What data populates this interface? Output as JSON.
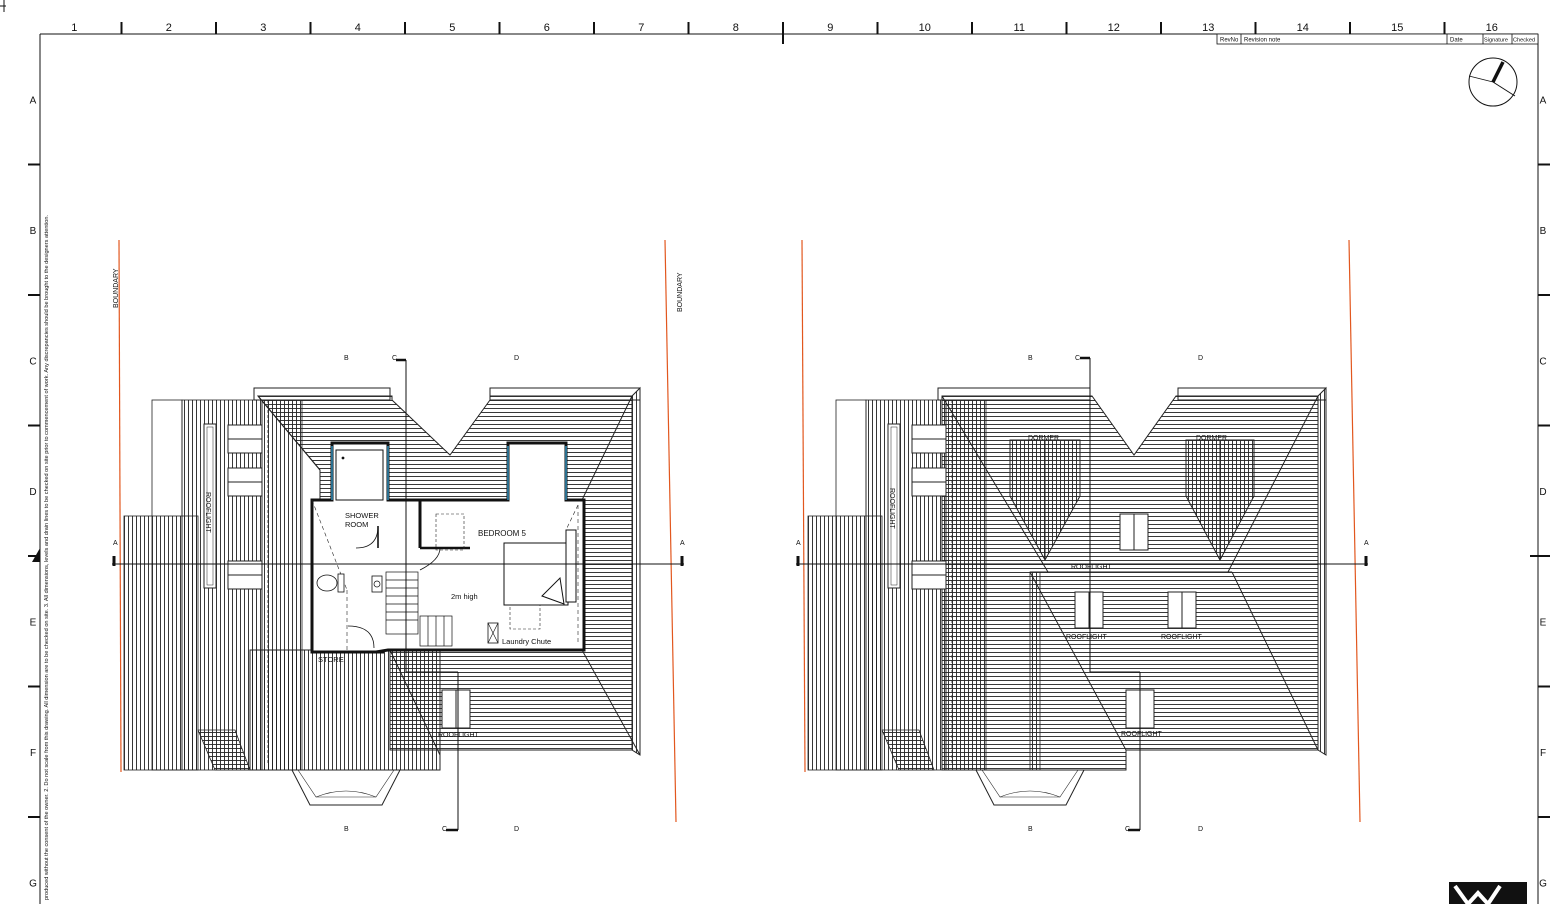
{
  "column_numbers": [
    "1",
    "2",
    "3",
    "4",
    "5",
    "6",
    "7",
    "8",
    "9",
    "10",
    "11",
    "12",
    "13",
    "14",
    "15",
    "16"
  ],
  "row_letters": [
    "A",
    "B",
    "C",
    "D",
    "E",
    "F",
    "G"
  ],
  "revision_table": {
    "headers": [
      "RevNo",
      "Revision note",
      "Date",
      "Signature",
      "Checked"
    ]
  },
  "side_note": "produced without the consent of the owner. 2. Do not scale from this drawing. All dimension are to be checked on site. 3. All dimensions, levels and drain lines to be checked on site prior to commencement of work. Any discrepancies should be brought to the designers attention.",
  "left_plan": {
    "boundary_left": "BOUNDARY",
    "boundary_right": "BOUNDARY",
    "rooms": {
      "shower_line1": "SHOWER",
      "shower_line2": "ROOM",
      "bedroom": "BEDROOM 5",
      "height_note": "2m high",
      "laundry": "Laundry Chute",
      "store": "STORE"
    },
    "rooflight_vertical": "ROOFLIGHT",
    "rooflight_bottom": "ROOFLIGHT",
    "section_top": [
      "B",
      "C",
      "D"
    ],
    "section_bottom": [
      "B",
      "C",
      "D"
    ],
    "section_a": [
      "A",
      "A"
    ]
  },
  "right_plan": {
    "dormer_left": "DORMER",
    "dormer_right": "DORMER",
    "rooflight_vertical": "ROOFLIGHT",
    "rooflight_center": "ROOFLIGHT",
    "rooflight_left": "ROOFLIGHT",
    "rooflight_right": "ROOFLIGHT",
    "rooflight_bottom": "ROOFLIGHT",
    "section_top": [
      "B",
      "C",
      "D"
    ],
    "section_bottom": [
      "B",
      "C",
      "D"
    ],
    "section_a": [
      "A",
      "A"
    ]
  },
  "colors": {
    "line": "#1a1a1a",
    "boundary": "#e2571e",
    "window_frame": "#2a6f8f"
  },
  "north_arrow_icon": "north-arrow-icon",
  "logo_icon": "practice-logo-icon"
}
